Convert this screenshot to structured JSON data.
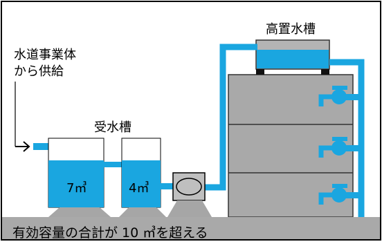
{
  "labels": {
    "supply_source": "水道事業体\nから供給",
    "receiving_tank": "受水槽",
    "elevated_tank": "高置水槽",
    "tank_volume_1": "7㎥",
    "tank_volume_2": "4㎥",
    "footer_note": "有効容量の合計が 10 ㎥を超える"
  },
  "colors": {
    "water": "#1aa6e0",
    "pipe": "#1aa6e0",
    "building": "#a9a9a9",
    "building_stroke": "#333333",
    "base": "#a6a6a6",
    "pump_body": "#bfbfbf",
    "elevated_tank_roof": "#b4b4b4",
    "frame_border": "#000000",
    "footer_bg": "#a9a9a9"
  },
  "icons": {
    "arrow": "right-arrow-icon",
    "pump": "pump-icon",
    "faucet": "faucet-icon"
  }
}
